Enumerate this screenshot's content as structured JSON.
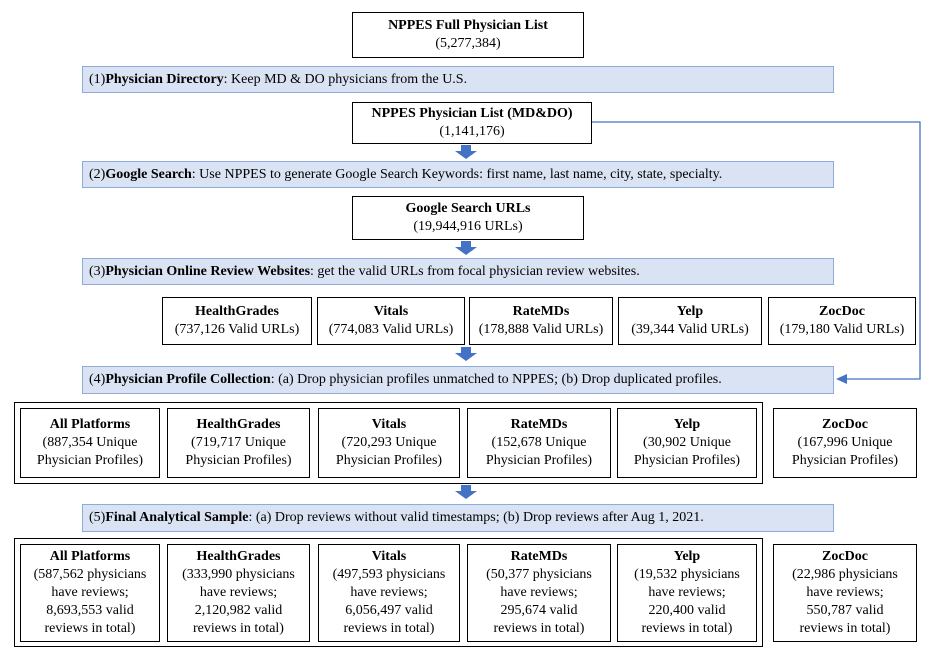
{
  "top": {
    "title": "NPPES Full Physician List",
    "count": "(5,277,384)"
  },
  "step1": {
    "num": "(1) ",
    "name": "Physician Directory",
    "desc": ": Keep MD & DO physicians from the U.S."
  },
  "mddo": {
    "title": "NPPES Physician List (MD&DO)",
    "count": "(1,141,176)"
  },
  "step2": {
    "num": "(2) ",
    "name": "Google Search",
    "desc": ": Use NPPES to generate Google Search Keywords: first name, last name, city, state, specialty."
  },
  "google": {
    "title": "Google Search URLs",
    "count": "(19,944,916 URLs)"
  },
  "step3": {
    "num": "(3) ",
    "name": "Physician Online Review Websites",
    "desc": ": get the valid URLs from focal physician review websites."
  },
  "sites": [
    {
      "name": "HealthGrades",
      "value": "(737,126 Valid URLs)"
    },
    {
      "name": "Vitals",
      "value": "(774,083 Valid URLs)"
    },
    {
      "name": "RateMDs",
      "value": "(178,888 Valid URLs)"
    },
    {
      "name": "Yelp",
      "value": "(39,344 Valid URLs)"
    },
    {
      "name": "ZocDoc",
      "value": "(179,180 Valid URLs)"
    }
  ],
  "step4": {
    "num": "(4) ",
    "name": "Physician Profile Collection",
    "desc": ": (a) Drop physician profiles unmatched to NPPES; (b) Drop duplicated profiles."
  },
  "profiles": [
    {
      "name": "All Platforms",
      "l1": "(887,354 Unique",
      "l2": "Physician Profiles)"
    },
    {
      "name": "HealthGrades",
      "l1": "(719,717 Unique",
      "l2": "Physician Profiles)"
    },
    {
      "name": "Vitals",
      "l1": "(720,293 Unique",
      "l2": "Physician Profiles)"
    },
    {
      "name": "RateMDs",
      "l1": "(152,678 Unique",
      "l2": "Physician Profiles)"
    },
    {
      "name": "Yelp",
      "l1": "(30,902 Unique",
      "l2": "Physician Profiles)"
    },
    {
      "name": "ZocDoc",
      "l1": "(167,996 Unique",
      "l2": "Physician Profiles)"
    }
  ],
  "step5": {
    "num": "(5) ",
    "name": "Final Analytical Sample",
    "desc": ": (a) Drop reviews without valid timestamps; (b) Drop reviews after Aug 1, 2021."
  },
  "samples": [
    {
      "name": "All Platforms",
      "l1": "(587,562 physicians",
      "l2": "have reviews;",
      "l3": "8,693,553 valid",
      "l4": "reviews in total)"
    },
    {
      "name": "HealthGrades",
      "l1": "(333,990 physicians",
      "l2": "have reviews;",
      "l3": "2,120,982 valid",
      "l4": "reviews in total)"
    },
    {
      "name": "Vitals",
      "l1": "(497,593 physicians",
      "l2": "have reviews;",
      "l3": "6,056,497 valid",
      "l4": "reviews in total)"
    },
    {
      "name": "RateMDs",
      "l1": "(50,377 physicians",
      "l2": "have reviews;",
      "l3": "295,674 valid",
      "l4": "reviews in total)"
    },
    {
      "name": "Yelp",
      "l1": "(19,532 physicians",
      "l2": "have reviews;",
      "l3": "220,400 valid",
      "l4": "reviews in total)"
    },
    {
      "name": "ZocDoc",
      "l1": "(22,986 physicians",
      "l2": "have reviews;",
      "l3": "550,787 valid",
      "l4": "reviews in total)"
    }
  ],
  "colors": {
    "step_fill": "#dae3f3",
    "step_border": "#8faadc",
    "arrow": "#4472c4"
  }
}
